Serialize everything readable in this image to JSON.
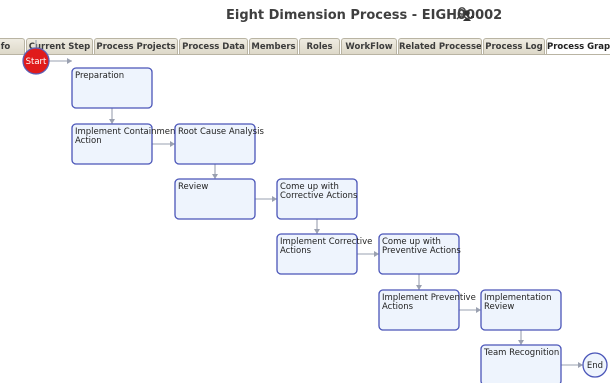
{
  "header": {
    "title": "Eight Dimension Process - EIGH00002",
    "icon": "user-group-icon"
  },
  "tabs": [
    {
      "label": "Info",
      "visible_label": "fo",
      "active": false
    },
    {
      "label": "Current Step",
      "active": false
    },
    {
      "label": "Process Projects",
      "active": false
    },
    {
      "label": "Process Data",
      "active": false
    },
    {
      "label": "Members",
      "active": false
    },
    {
      "label": "Roles",
      "active": false
    },
    {
      "label": "WorkFlow",
      "active": false
    },
    {
      "label": "Related Processes",
      "active": false
    },
    {
      "label": "Process Log",
      "active": false
    },
    {
      "label": "Process Graph",
      "active": true
    }
  ],
  "graph": {
    "start_label": "Start",
    "end_label": "End",
    "nodes": [
      {
        "id": "preparation",
        "lines": [
          "Preparation"
        ]
      },
      {
        "id": "implement-containment-action",
        "lines": [
          "Implement Containment",
          "Action"
        ]
      },
      {
        "id": "root-cause-analysis",
        "lines": [
          "Root Cause Analysis"
        ]
      },
      {
        "id": "review",
        "lines": [
          "Review"
        ]
      },
      {
        "id": "come-up-with-corrective-actions",
        "lines": [
          "Come up with",
          "Corrective Actions"
        ]
      },
      {
        "id": "implement-corrective-actions",
        "lines": [
          "Implement Corrective",
          "Actions"
        ]
      },
      {
        "id": "come-up-with-preventive-actions",
        "lines": [
          "Come up with",
          "Preventive Actions"
        ]
      },
      {
        "id": "implement-preventive-actions",
        "lines": [
          "Implement Preventive",
          "Actions"
        ]
      },
      {
        "id": "implementation-review",
        "lines": [
          "Implementation",
          "Review"
        ]
      },
      {
        "id": "team-recognition",
        "lines": [
          "Team Recognition"
        ]
      }
    ],
    "edges": [
      [
        "start",
        "preparation"
      ],
      [
        "preparation",
        "implement-containment-action"
      ],
      [
        "implement-containment-action",
        "root-cause-analysis"
      ],
      [
        "root-cause-analysis",
        "review"
      ],
      [
        "review",
        "come-up-with-corrective-actions"
      ],
      [
        "come-up-with-corrective-actions",
        "implement-corrective-actions"
      ],
      [
        "implement-corrective-actions",
        "come-up-with-preventive-actions"
      ],
      [
        "come-up-with-preventive-actions",
        "implement-preventive-actions"
      ],
      [
        "implement-preventive-actions",
        "implementation-review"
      ],
      [
        "implementation-review",
        "team-recognition"
      ],
      [
        "team-recognition",
        "end"
      ]
    ],
    "colors": {
      "node_fill": "#eef4fd",
      "node_border": "#4a55b8",
      "start_fill": "#e01b1b",
      "edge": "#9aa0b0"
    }
  }
}
